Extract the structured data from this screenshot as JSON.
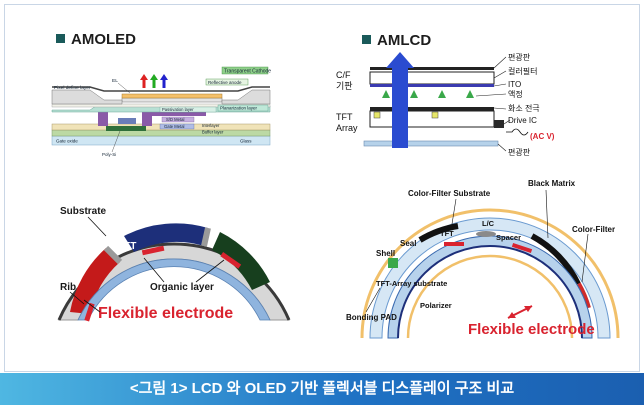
{
  "amoled": {
    "title": "AMOLED",
    "layer_labels": {
      "pixel_define": "Pixel define layer",
      "el": "EL",
      "cathode": "Transparent Cathode",
      "reflective": "Reflective anode",
      "passivation": "Passivation layer",
      "planarization": "Planarization layer",
      "sd_metal": "S/D Metal",
      "gate_metal": "Gate Metal",
      "interlayer": "Interlayer",
      "buffer": "Buffer layer",
      "gate_oxide": "Gate oxide",
      "glass": "Glass",
      "poly_si": "Poly-Si"
    },
    "curve_labels": {
      "substrate": "Substrate",
      "tft": "TFT",
      "rib": "Rib",
      "organic": "Organic layer",
      "flexible": "Flexible electrode"
    }
  },
  "amlcd": {
    "title": "AMLCD",
    "left_labels": {
      "cf_line1": "C/F",
      "cf_line2": "기판",
      "tft_line1": "TFT",
      "tft_line2": "Array"
    },
    "right_labels": {
      "polarizer_top": "편광판",
      "color_filter": "컬러필터",
      "ito": "ITO",
      "liquid_crystal": "액정",
      "pixel_electrode": "화소 전극",
      "drive_ic": "Drive IC",
      "ac_v": "(AC V)",
      "polarizer_bottom": "편광판"
    },
    "curve_labels": {
      "cf_substrate": "Color-Filter Substrate",
      "black_matrix": "Black Matrix",
      "color_filter": "Color-Filter",
      "lc": "L/C",
      "spacer": "Spacer",
      "tft": "TFT",
      "seal": "Seal",
      "shell": "Shell",
      "tft_array": "TFT-Array substrate",
      "polarizer": "Polarizer",
      "bonding": "Bonding PAD",
      "flexible": "Flexible electrode"
    }
  },
  "caption": "<그림 1> LCD 와 OLED 기반 플렉서블 디스플레이 구조 비교",
  "colors": {
    "caption_start": "#4fb7e2",
    "caption_end": "#1b5fb0",
    "title_bullet": "#1a5a5a",
    "flexible_red": "#d9232f",
    "substrate_blue": "#8fb4de",
    "arrow_blue": "#2a4bd0"
  }
}
